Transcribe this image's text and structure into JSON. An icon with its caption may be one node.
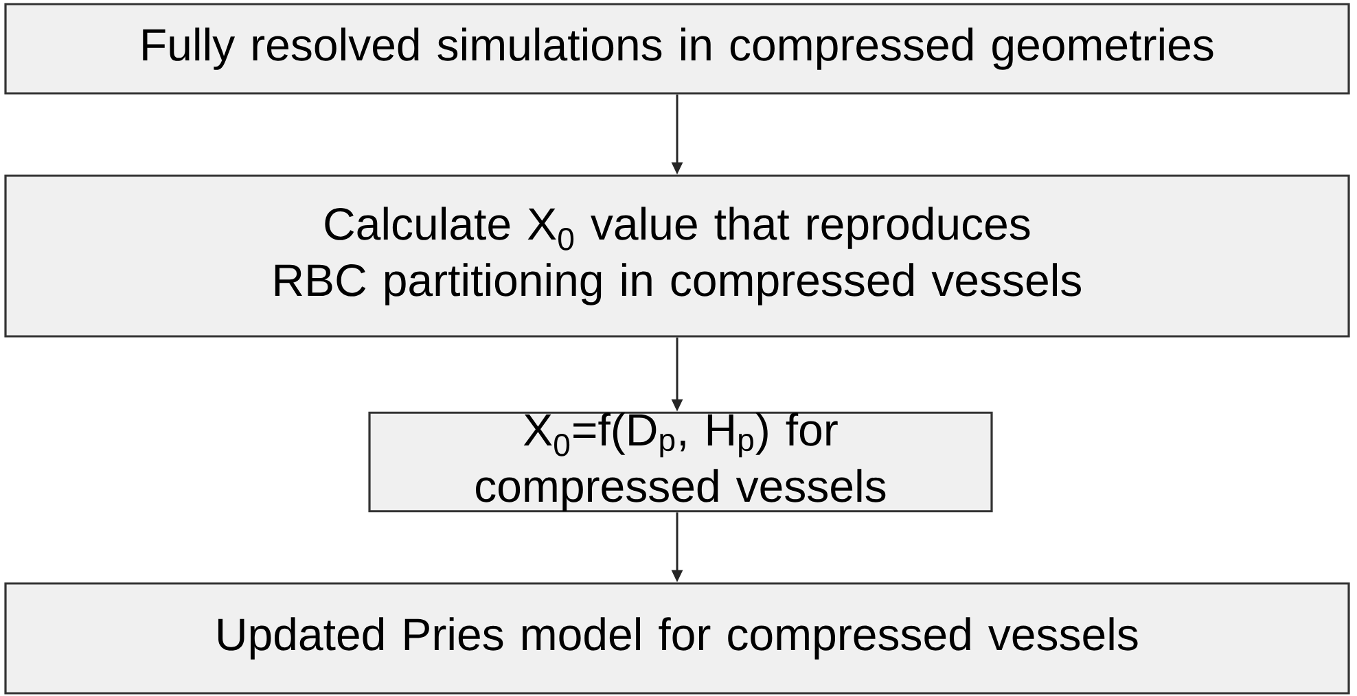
{
  "diagram": {
    "nodes": [
      {
        "text": [
          "Fully resolved simulations in compressed geometries"
        ]
      },
      {
        "text": [
          "Calculate X$_{0}$ value that reproduces RBC partitioning in compressed vessels"
        ]
      },
      {
        "text": [
          "X$_{0}$=f(D$_{p}$, H$_{p}$) for compressed vessels"
        ]
      },
      {
        "text": [
          "Updated Pries model for compressed vessels"
        ]
      }
    ],
    "edges": [
      {
        "from": 0,
        "to": 1,
        "arrow": "to"
      },
      {
        "from": 1,
        "to": 2,
        "arrow": "to"
      },
      {
        "from": 2,
        "to": 3,
        "arrow": "to"
      }
    ]
  }
}
